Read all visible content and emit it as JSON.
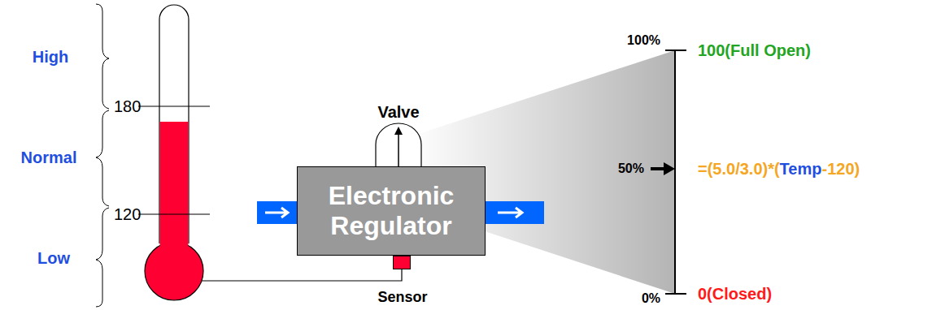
{
  "diagram": {
    "nodes": [
      {
        "text": [
          "Electronic Regulator"
        ]
      },
      {
        "text": [
          "Valve"
        ]
      },
      {
        "text": [
          "Sensor"
        ]
      }
    ],
    "labels": [
      "High",
      "Normal",
      "Low",
      "180",
      "120",
      "100%",
      "50%",
      "0%",
      "100(Full Open)",
      "=(5.0/3.0)*(",
      "Temp",
      "-120)",
      "0(Closed)"
    ]
  }
}
